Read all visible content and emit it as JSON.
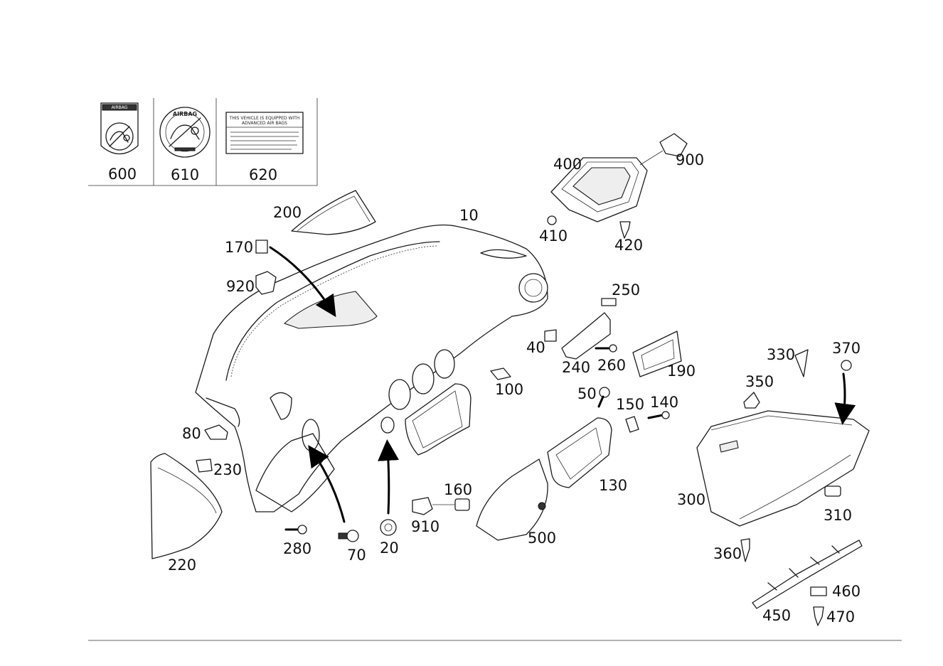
{
  "legend_boxes": [
    {
      "part": "600",
      "sticker_text": "AIRBAG"
    },
    {
      "part": "610",
      "sticker_text": "AIRBAG"
    },
    {
      "part": "620",
      "sticker_lines": [
        "THIS VEHICLE IS EQUIPPED WITH",
        "ADVANCED AIR BAGS"
      ]
    }
  ],
  "part_labels": [
    "10",
    "20",
    "40",
    "50",
    "70",
    "80",
    "100",
    "130",
    "140",
    "150",
    "160",
    "170",
    "190",
    "200",
    "220",
    "230",
    "240",
    "250",
    "260",
    "280",
    "300",
    "310",
    "330",
    "350",
    "360",
    "370",
    "400",
    "410",
    "420",
    "450",
    "460",
    "470",
    "500",
    "900",
    "910",
    "920"
  ]
}
